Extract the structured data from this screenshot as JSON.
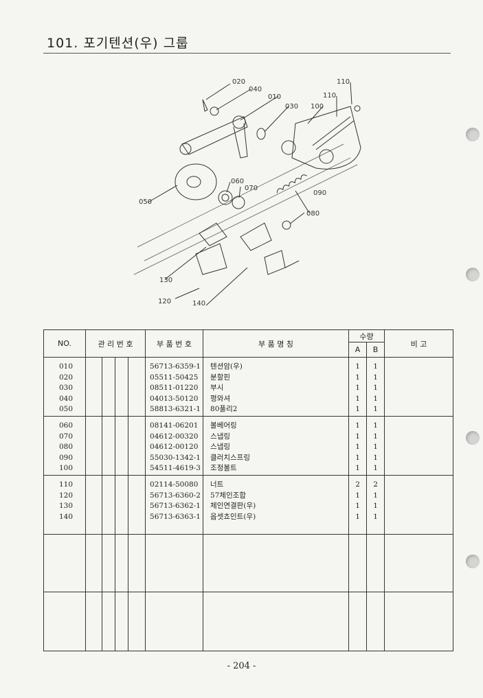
{
  "page": {
    "title": "101. 포기텐션(우) 그룹",
    "page_number": "- 204 -"
  },
  "diagram": {
    "callouts": [
      "020",
      "040",
      "010",
      "030",
      "100",
      "110",
      "110",
      "050",
      "060",
      "070",
      "090",
      "080",
      "130",
      "120",
      "140"
    ]
  },
  "table": {
    "headers": {
      "no": "NO.",
      "mgmt": "관 리 번 호",
      "part_no": "부 품 번 호",
      "name": "부 품 명 칭",
      "qty": "수량",
      "qty_a": "A",
      "qty_b": "B",
      "remark": "비 고"
    },
    "groups": [
      {
        "rows": [
          {
            "no": "010",
            "part_no": "56713-6359-1",
            "name": "텐션암(우)",
            "a": "1",
            "b": "1"
          },
          {
            "no": "020",
            "part_no": "05511-50425",
            "name": "분할핀",
            "a": "1",
            "b": "1"
          },
          {
            "no": "030",
            "part_no": "08511-01220",
            "name": "부시",
            "a": "1",
            "b": "1"
          },
          {
            "no": "040",
            "part_no": "04013-50120",
            "name": "평와셔",
            "a": "1",
            "b": "1"
          },
          {
            "no": "050",
            "part_no": "58813-6321-1",
            "name": "80풀리2",
            "a": "1",
            "b": "1"
          }
        ]
      },
      {
        "rows": [
          {
            "no": "060",
            "part_no": "08141-06201",
            "name": "볼베어링",
            "a": "1",
            "b": "1"
          },
          {
            "no": "070",
            "part_no": "04612-00320",
            "name": "스냅링",
            "a": "1",
            "b": "1"
          },
          {
            "no": "080",
            "part_no": "04612-00120",
            "name": "스냅링",
            "a": "1",
            "b": "1"
          },
          {
            "no": "090",
            "part_no": "55030-1342-1",
            "name": "클러치스프링",
            "a": "1",
            "b": "1"
          },
          {
            "no": "100",
            "part_no": "54511-4619-3",
            "name": "조정볼트",
            "a": "1",
            "b": "1"
          }
        ]
      },
      {
        "rows": [
          {
            "no": "110",
            "part_no": "02114-50080",
            "name": "너트",
            "a": "2",
            "b": "2"
          },
          {
            "no": "120",
            "part_no": "56713-6360-2",
            "name": "57체인조합",
            "a": "1",
            "b": "1"
          },
          {
            "no": "130",
            "part_no": "56713-6362-1",
            "name": "체인연결판(우)",
            "a": "1",
            "b": "1"
          },
          {
            "no": "140",
            "part_no": "56713-6363-1",
            "name": "옵셋쵸인트(우)",
            "a": "1",
            "b": "1"
          }
        ]
      },
      {
        "rows": []
      },
      {
        "rows": []
      }
    ]
  }
}
